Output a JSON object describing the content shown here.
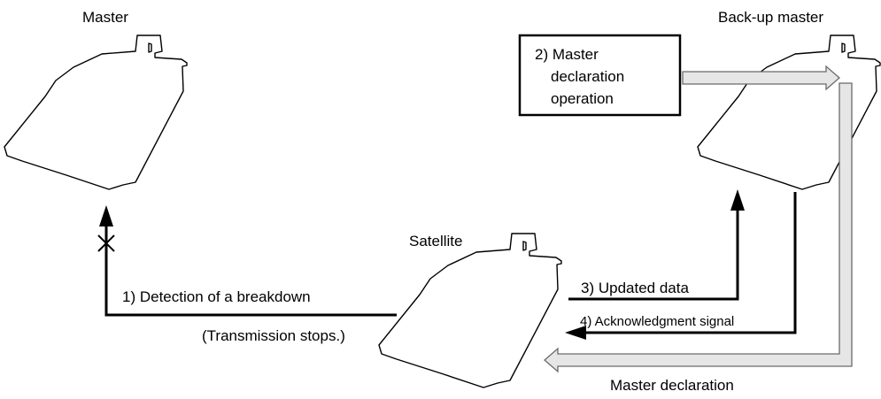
{
  "labels": {
    "master": "Master",
    "backup_master": "Back-up master",
    "satellite": "Satellite",
    "step1": "1) Detection of a breakdown",
    "step1_note": "(Transmission stops.)",
    "step2_line1": "2) Master",
    "step2_line2": "declaration",
    "step2_line3": "operation",
    "step3": "3) Updated data",
    "step4": "4) Acknowledgment signal",
    "master_declaration": "Master declaration"
  },
  "colors": {
    "line": "#000000",
    "gray_arrow_fill": "#e6e6e6",
    "gray_arrow_stroke": "#6a6a6a"
  },
  "icons": {
    "broken_link": "x-mark-icon"
  }
}
